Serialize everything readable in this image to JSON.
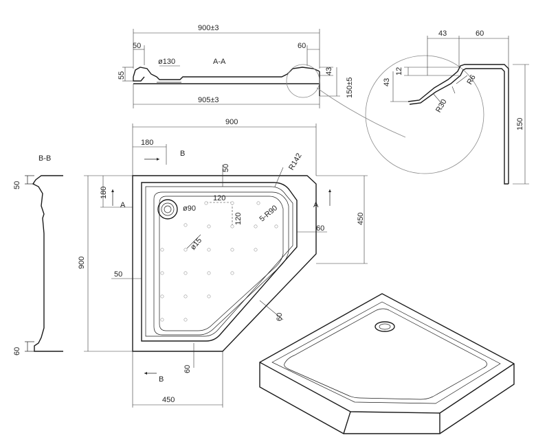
{
  "section_aa": {
    "label": "A-A",
    "width": "900±3",
    "rim_width": "50",
    "right_rim": "60",
    "drain": "ø130",
    "height": "55",
    "depth_right": "43",
    "overall_height": "150±5",
    "base_width": "905±3"
  },
  "detail": {
    "dim_43": "43",
    "dim_60": "60",
    "dim_12": "12",
    "dim_43_vertical": "43",
    "radius_6": "R6",
    "radius_30": "R30",
    "dim_150": "150"
  },
  "section_bb": {
    "label": "B-B",
    "top": "50",
    "bottom": "60"
  },
  "plan": {
    "width": "900",
    "height": "900",
    "dim_180_top": "180",
    "dim_180_left": "180",
    "rim_top": "50",
    "rim_left": "50",
    "radius_142": "R142",
    "radius_90": "5-R90",
    "drain": "ø90",
    "spacing_h": "120",
    "spacing_v": "120",
    "hole": "ø15",
    "right_height": "450",
    "right_rim": "60",
    "diag_rim": "60",
    "bottom_rim": "60",
    "bottom_width": "450",
    "section_a": "A",
    "section_b": "B"
  }
}
